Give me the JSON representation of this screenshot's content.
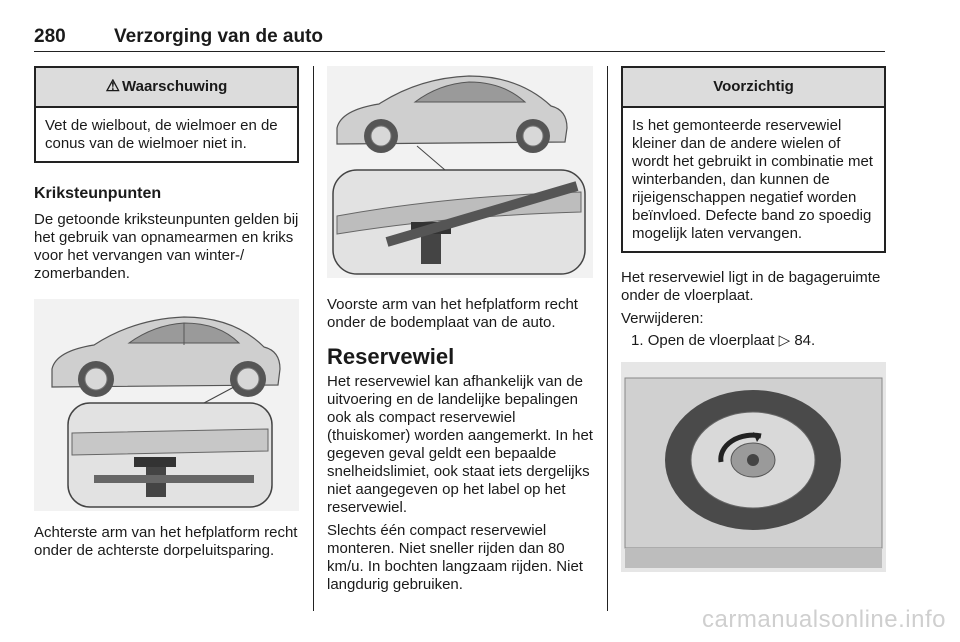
{
  "header": {
    "page_number": "280",
    "title": "Verzorging van de auto"
  },
  "col1": {
    "warning": {
      "title": "Waarschuwing",
      "icon": "warning-triangle-icon",
      "text": "Vet de wielbout, de wielmoer en de conus van de wielmoer niet in."
    },
    "heading": "Kriksteunpunten",
    "intro": "De getoonde kriksteunpunten gelden bij het gebruik van opnamearmen en kriks voor het vervangen van winter-/ zomerbanden.",
    "figure_caption": "Achterste arm van het hefplatform recht onder de achterste dorpeluit­sparing."
  },
  "col2": {
    "figure_caption": "Voorste arm van het hefplatform recht onder de bodemplaat van de auto.",
    "heading": "Reservewiel",
    "para1": "Het reservewiel kan afhankelijk van de uitvoering en de landelijke bepa­lingen ook als compact reservewiel (thuiskomer) worden aangemerkt. In het gegeven geval geldt een bepaalde snelheidslimiet, ook staat iets dergelijks niet aangegeven op het label op het reservewiel.",
    "para2": "Slechts één compact reservewiel monteren. Niet sneller rijden dan 80 km/u. In bochten langzaam rijden. Niet langdurig gebruiken."
  },
  "col3": {
    "caution": {
      "title": "Voorzichtig",
      "text": "Is het gemonteerde reservewiel kleiner dan de andere wielen of wordt het gebruikt in combinatie met winterbanden, dan kunnen de rijeigenschappen negatief worden beïnvloed. Defecte band zo spoe­dig mogelijk laten vervangen."
    },
    "para1": "Het reservewiel ligt in de bagage­ruimte onder de vloerplaat.",
    "remove_label": "Verwijderen:",
    "step1_num": "1.",
    "step1_text": "Open de vloerplaat",
    "step1_ref_icon": "cross-reference-icon",
    "step1_ref_page": "84."
  },
  "watermark": "carmanualsonline.info"
}
